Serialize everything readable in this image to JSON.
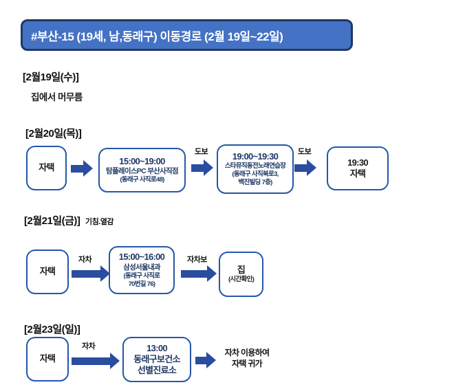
{
  "header": {
    "title": "#부산-15 (19세, 남,동래구) 이동경로 (2월 19일~22일)"
  },
  "colors": {
    "banner_fill": "#4472C4",
    "banner_border": "#1F3864",
    "banner_text": "#FFFFFF",
    "box_border": "#2456A9",
    "box_text_navy": "#1F3864",
    "box_text_dark": "#1C1C1C",
    "arrow": "#2A4DA0",
    "label_text": "#111111"
  },
  "sections": [
    {
      "date_label": "[2월19일(수)]",
      "body_text": "집에서 머무름"
    },
    {
      "date_label": "[2월20일(목)]",
      "nodes": [
        {
          "lines": [
            "자택"
          ]
        },
        {
          "lines": [
            "15:00~19:00",
            "탐플레이스PC 부산사직점",
            "(동래구 사직로48)"
          ]
        },
        {
          "lines": [
            "19:00~19:30",
            "스타뮤직동전노래연습장",
            "(동래구 사직북로3,",
            "백진빌딩 7층)"
          ]
        },
        {
          "lines": [
            "19:30",
            "자택"
          ]
        }
      ],
      "arrows": [
        {
          "label": ""
        },
        {
          "label": "도보"
        },
        {
          "label": "도보"
        }
      ]
    },
    {
      "date_label": "[2월21일(금)]",
      "note": "기침.열감",
      "nodes": [
        {
          "lines": [
            "자택"
          ]
        },
        {
          "lines": [
            "15:00~16:00",
            "삼성서울내과",
            "(동래구 사직로",
            "70번길 76)"
          ]
        },
        {
          "lines": [
            "집",
            "(시간확인)"
          ]
        }
      ],
      "arrows": [
        {
          "label": "자차"
        },
        {
          "label": "자차보"
        }
      ]
    },
    {
      "date_label": "[2월23일(일)]",
      "nodes": [
        {
          "lines": [
            "자택"
          ]
        },
        {
          "lines": [
            "13:00",
            "동래구보건소",
            "선별진료소"
          ]
        }
      ],
      "arrows": [
        {
          "label": "자차"
        },
        {
          "label": ""
        }
      ],
      "end_text": [
        "자차 이용하여",
        "자택 귀가"
      ]
    }
  ]
}
